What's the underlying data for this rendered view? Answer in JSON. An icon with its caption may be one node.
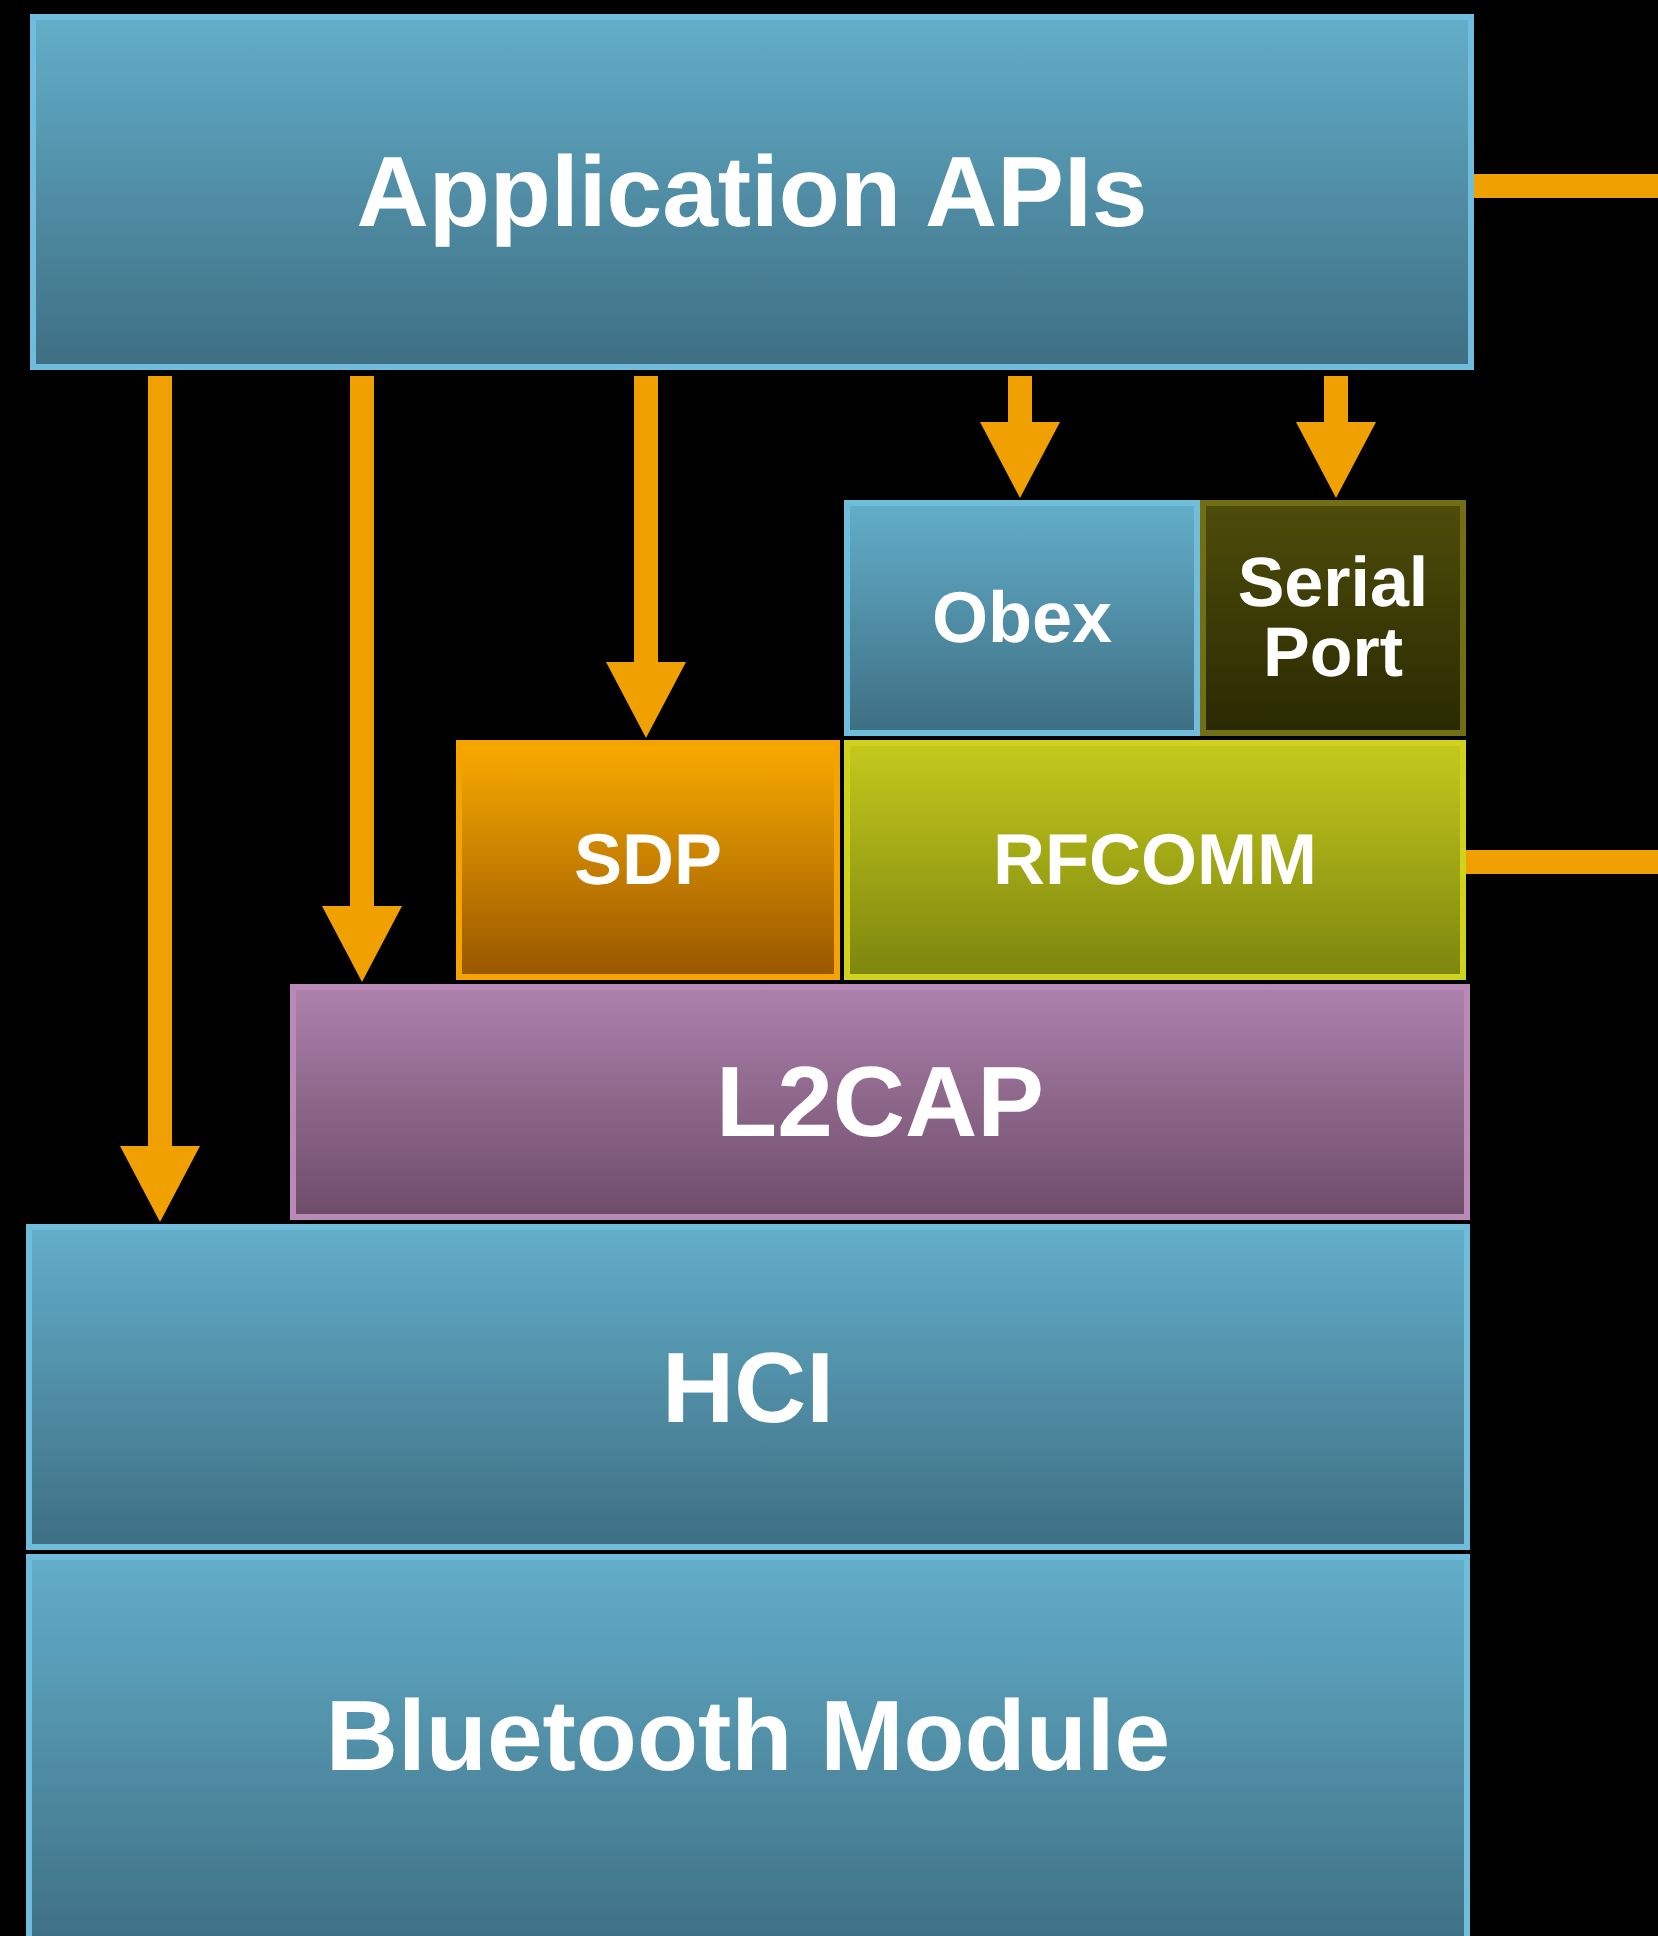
{
  "diagram": {
    "nodes": [
      {
        "text": [
          "Application APIs"
        ]
      },
      {
        "text": [
          "Obex"
        ]
      },
      {
        "text": [
          "Serial Port"
        ]
      },
      {
        "text": [
          "SDP"
        ]
      },
      {
        "text": [
          "RFCOMM"
        ]
      },
      {
        "text": [
          "L2CAP"
        ]
      },
      {
        "text": [
          "HCI"
        ]
      },
      {
        "text": [
          "Bluetooth Module"
        ]
      }
    ],
    "edges": [
      {
        "from": 0,
        "to": 6,
        "arrow": "to"
      },
      {
        "from": 0,
        "to": 5,
        "arrow": "to"
      },
      {
        "from": 0,
        "to": 3,
        "arrow": "to"
      },
      {
        "from": 0,
        "to": 1,
        "arrow": "to"
      },
      {
        "from": 0,
        "to": 2,
        "arrow": "to"
      },
      {
        "from": 0,
        "to": null,
        "arrow": "none"
      },
      {
        "from": 4,
        "to": null,
        "arrow": "none"
      }
    ]
  }
}
